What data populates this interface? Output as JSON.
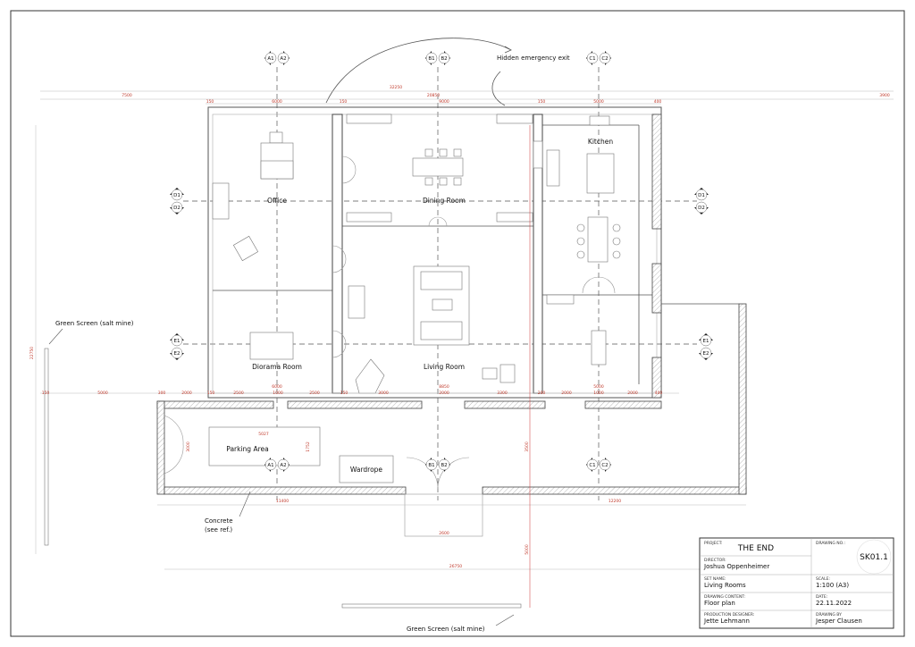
{
  "notes": {
    "emergency_exit": "Hidden emergency exit",
    "green_screen_left": "Green Screen (salt mine)",
    "green_screen_bottom": "Green Screen (salt mine)",
    "concrete_line1": "Concrete",
    "concrete_line2": "(see ref.)"
  },
  "rooms": {
    "office": "Office",
    "dining": "Dining Room",
    "kitchen": "Kitchen",
    "living": "Living Room",
    "diorama": "Diorama Room",
    "parking": "Parking Area",
    "wardrope": "Wardrope"
  },
  "sections": {
    "a1": "A1",
    "a2": "A2",
    "b1": "B1",
    "b2": "B2",
    "c1": "C1",
    "c2": "C2",
    "d1": "D1",
    "d2": "D2",
    "e1": "E1",
    "e2": "E2"
  },
  "dimensions": {
    "top_total": "32250",
    "top_left": "7500",
    "top_mid": "20850",
    "top_right": "3900",
    "top_seg": [
      "150",
      "6000",
      "150",
      "9000",
      "150",
      "5000",
      "400"
    ],
    "mid_seg": [
      "150",
      "5000",
      "300",
      "2000",
      "150",
      "2500",
      "1000",
      "2500",
      "150",
      "3000",
      "2000",
      "3300",
      "200",
      "2000",
      "1000",
      "2000",
      "400"
    ],
    "room_widths": [
      "6000",
      "8850",
      "5000"
    ],
    "left_height": "22750",
    "parking_w": "5027",
    "parking_h": "1752",
    "garage_door": "3000",
    "bottom_left": "11400",
    "bottom_right": "12200",
    "door_width": "2600",
    "bottom_total": "26750",
    "vertical_mid": "3500",
    "vertical_low": "5000"
  },
  "title_block": {
    "project_label": "PROJECT:",
    "project": "THE END",
    "drawing_no_label": "DRAWING NO.:",
    "drawing_no": "SK01.1",
    "director_label": "DIRECTOR:",
    "director": "Joshua Oppenheimer",
    "set_name_label": "SET NAME:",
    "set_name": "Living Rooms",
    "scale_label": "SCALE:",
    "scale": "1:100 (A3)",
    "content_label": "DRAWING CONTENT:",
    "content": "Floor plan",
    "date_label": "DATE:",
    "date": "22.11.2022",
    "designer_label": "PRODUCTION DESIGNER:",
    "designer": "Jette Lehmann",
    "drawn_by_label": "DRAWING BY",
    "drawn_by": "Jesper Clausen"
  }
}
